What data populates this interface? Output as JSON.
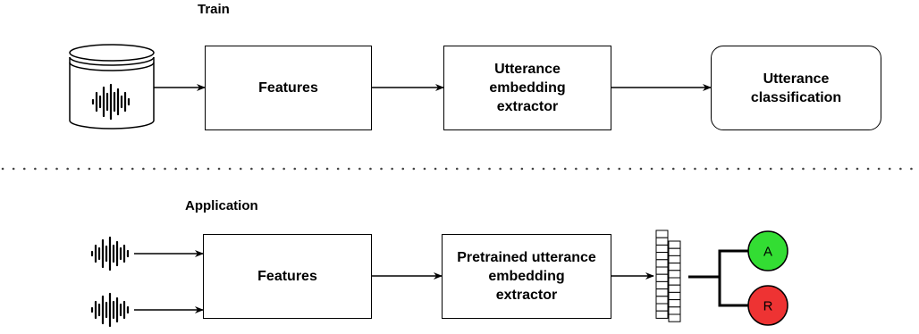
{
  "train": {
    "title": "Train",
    "features": "Features",
    "extractor": "Utterance\nembedding\nextractor",
    "classification": "Utterance\nclassification"
  },
  "application": {
    "title": "Application",
    "features": "Features",
    "extractor": "Pretrained utterance\nembedding\nextractor",
    "accept": "A",
    "reject": "R"
  },
  "colors": {
    "accept": "#33dd33",
    "reject": "#ee3333"
  }
}
